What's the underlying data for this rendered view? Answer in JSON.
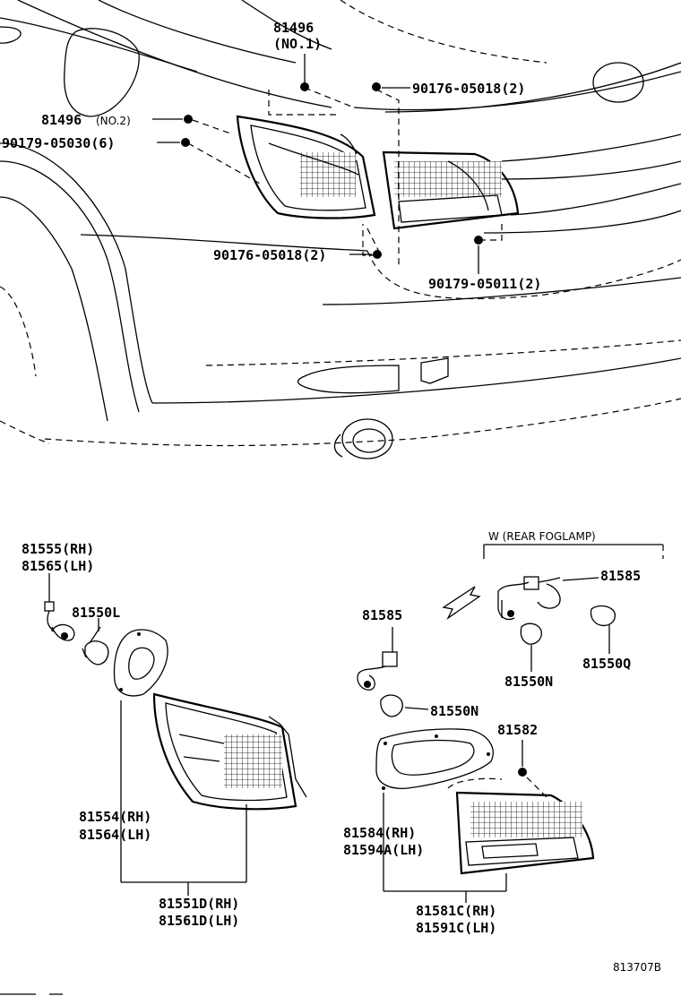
{
  "diagram_id": "813707B",
  "callouts": {
    "c81496_no1_num": "81496",
    "c81496_no1_sub": "(NO.1)",
    "c90176_top": "90176-05018(2)",
    "c81496_no2_num": "81496",
    "c81496_no2_sub": "(NO.2)",
    "c90179_05030": "90179-05030(6)",
    "c90176_mid": "90176-05018(2)",
    "c90179_05011": "90179-05011(2)",
    "c81555": "81555(RH)",
    "c81565": "81565(LH)",
    "c81550L": "81550L",
    "c81554": "81554(RH)",
    "c81564": "81564(LH)",
    "c81551D": "81551D(RH)",
    "c81561D": "81561D(LH)",
    "c81585_left": "81585",
    "c81550N_low": "81550N",
    "c81582": "81582",
    "c81584": "81584(RH)",
    "c81594A": "81594A(LH)",
    "c81581C": "81581C(RH)",
    "c81591C": "81591C(LH)",
    "c_w_group": "W (REAR FOGLAMP)",
    "c81585_right": "81585",
    "c81550N_right": "81550N",
    "c81550Q": "81550Q"
  }
}
